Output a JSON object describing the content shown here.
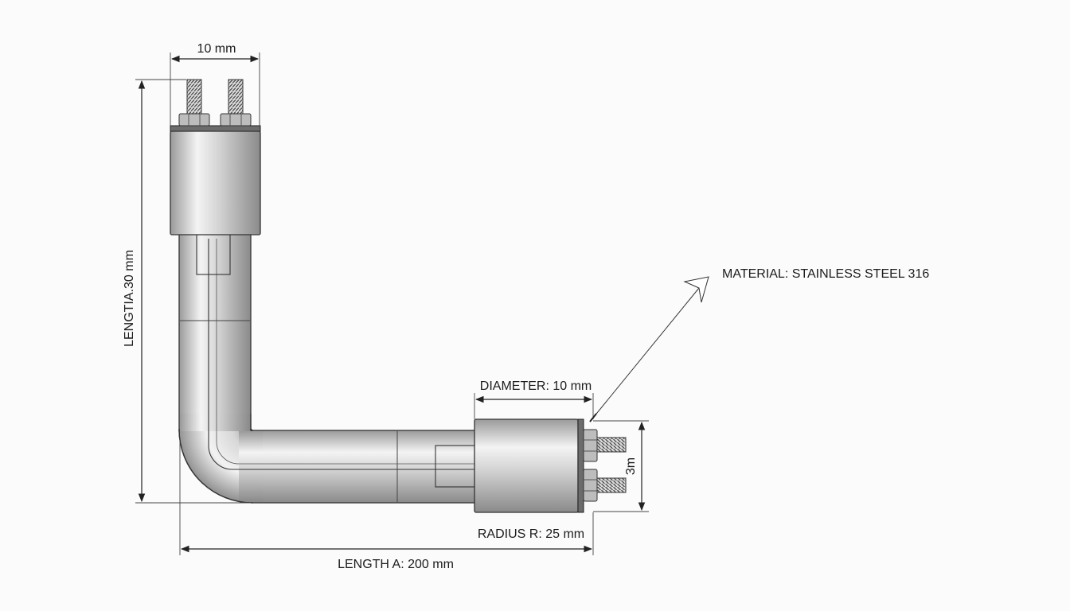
{
  "labels": {
    "top_width": "10 mm",
    "vertical_length": "LENGTIA.30 mm",
    "material": "MATERIAL: STAINLESS STEEL 316",
    "diameter": "DIAMETER: 10 mm",
    "side_height": "3m",
    "radius": "RADIUS R: 25 mm",
    "length_a": "LENGTH A: 200 mm"
  },
  "colors": {
    "background": "#fbfbfb",
    "line": "#222222",
    "steel_dark": "#8f8f8f",
    "steel_light": "#f2f2f2"
  }
}
